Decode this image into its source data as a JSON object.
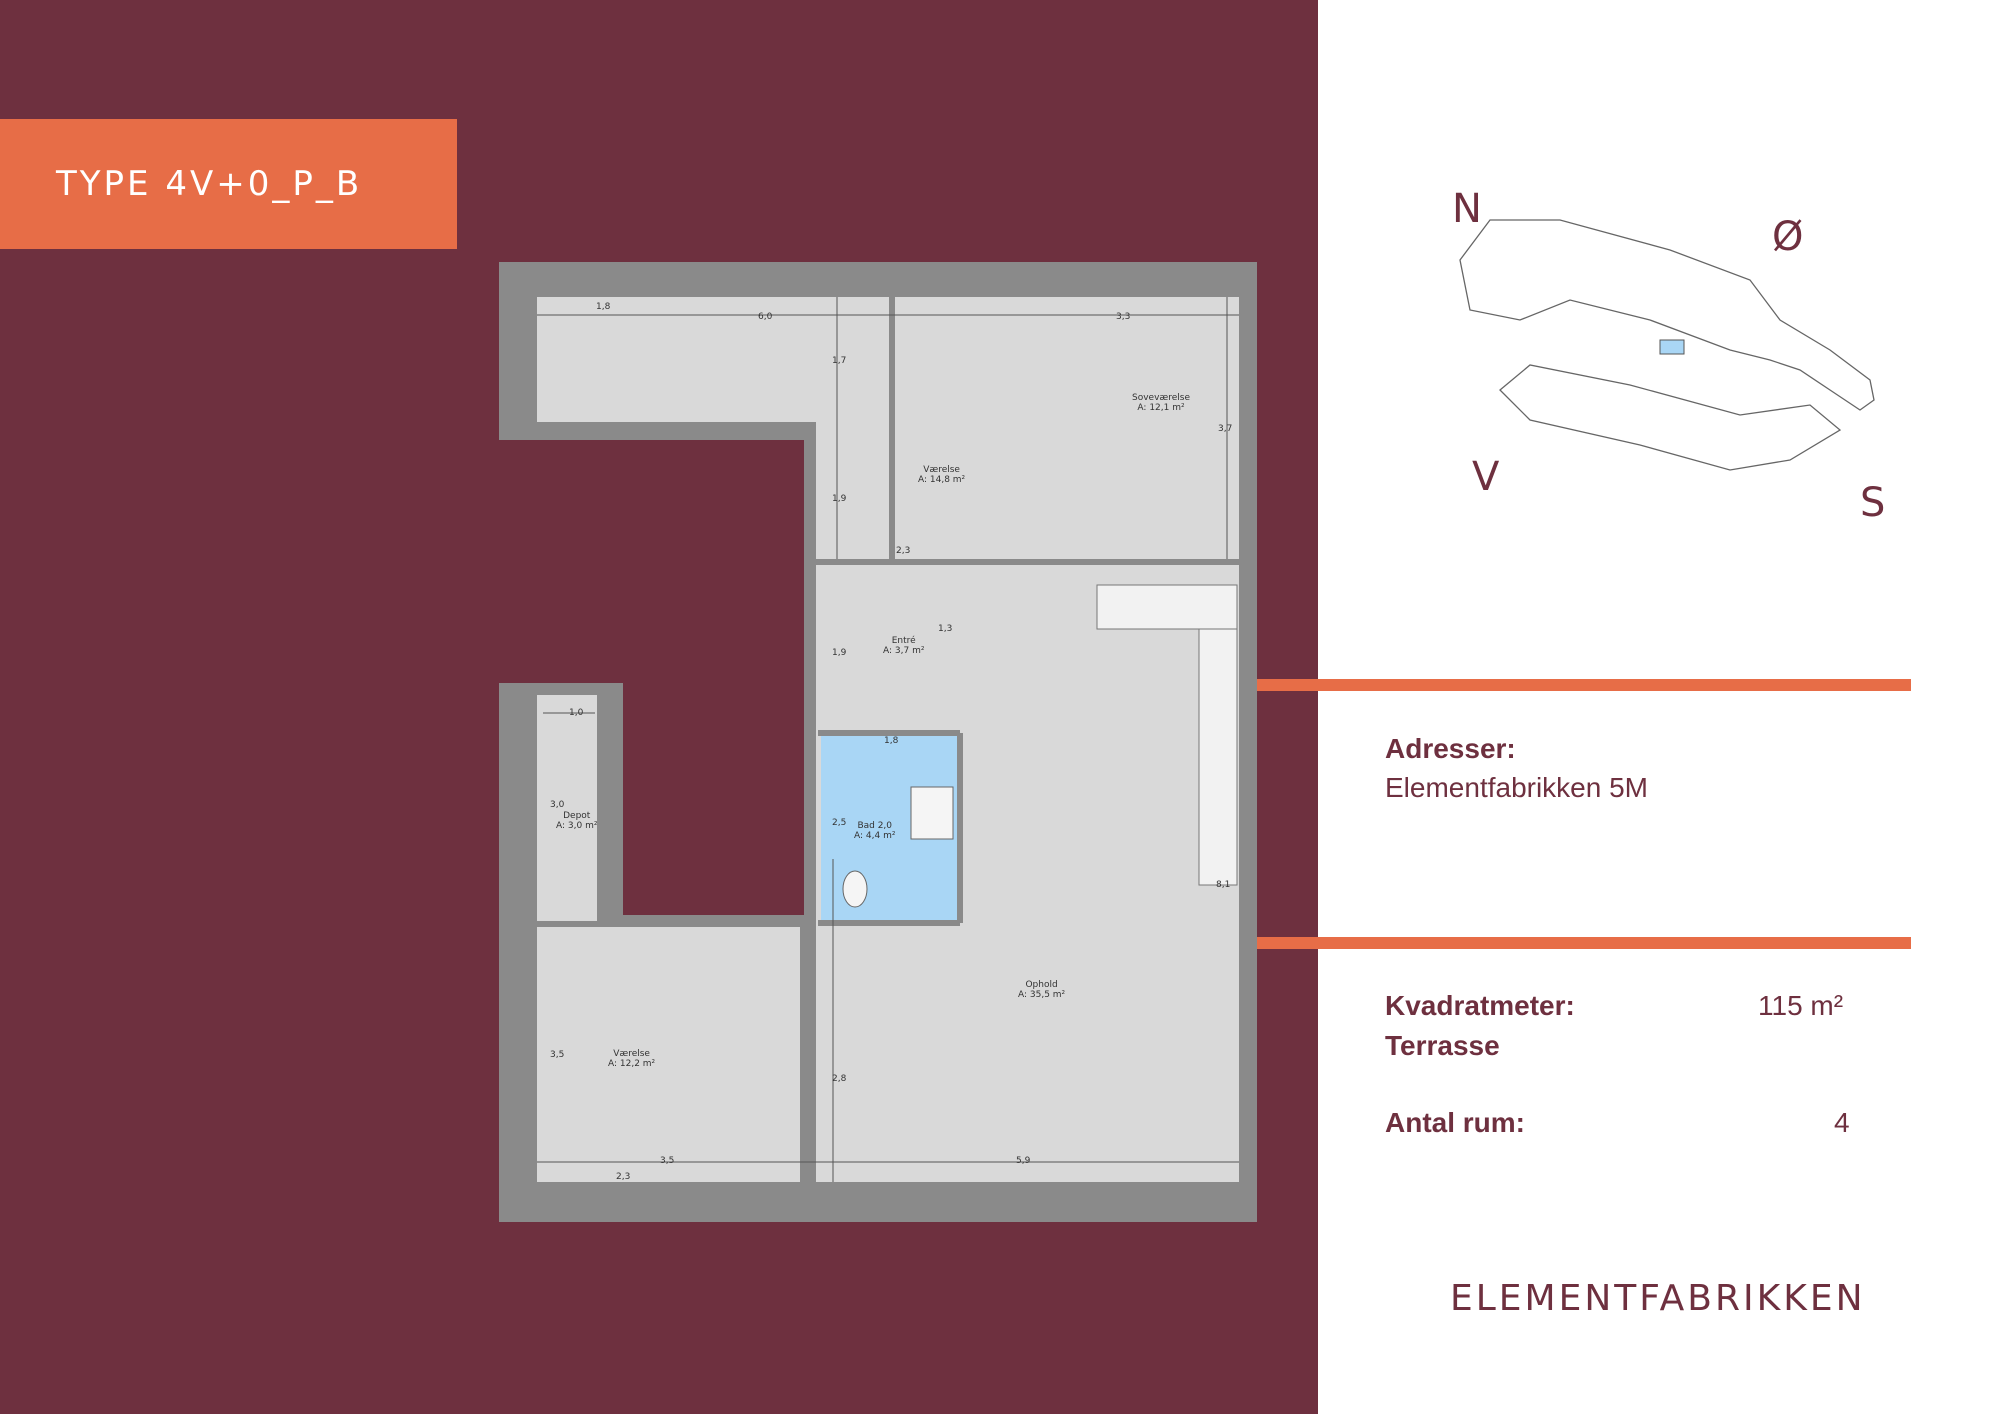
{
  "type_label": "TYPE 4V+0_P_B",
  "plan": {
    "rooms": [
      {
        "name": "Soveværelse",
        "area": "A: 12,1 m²"
      },
      {
        "name": "Værelse",
        "area": "A: 14,8 m²"
      },
      {
        "name": "Entré",
        "area": "A: 3,7 m²"
      },
      {
        "name": "Bad 2,0",
        "area": "A: 4,4 m²"
      },
      {
        "name": "Depot",
        "area": "A: 3,0 m²"
      },
      {
        "name": "Værelse",
        "area": "A: 12,2 m²"
      },
      {
        "name": "Ophold",
        "area": "A: 35,5 m²"
      }
    ],
    "dimensions": [
      "1,8",
      "6,0",
      "3,3",
      "1,7",
      "1,9",
      "2,3",
      "3,7",
      "1,3",
      "1,9",
      "1,8",
      "2,5",
      "1,0",
      "3,0",
      "3,5",
      "2,3",
      "3,5",
      "5,9",
      "2,8",
      "8,1"
    ],
    "colors": {
      "wall": "#8a8a8a",
      "floor": "#d9d9d9",
      "bath": "#a9d6f5"
    }
  },
  "compass": {
    "n": "N",
    "e": "Ø",
    "w": "V",
    "s": "S"
  },
  "info": {
    "address_label": "Adresser:",
    "address_value": "Elementfabrikken 5M",
    "sqm_label": "Kvadratmeter:",
    "sqm_value": "115 m²",
    "terrace_label": "Terrasse",
    "rooms_label": "Antal rum:",
    "rooms_value": "4"
  },
  "brand": "ELEMENTFABRIKKEN",
  "colors": {
    "background": "#6e303f",
    "accent": "#e76d47",
    "text": "#ffffff"
  }
}
